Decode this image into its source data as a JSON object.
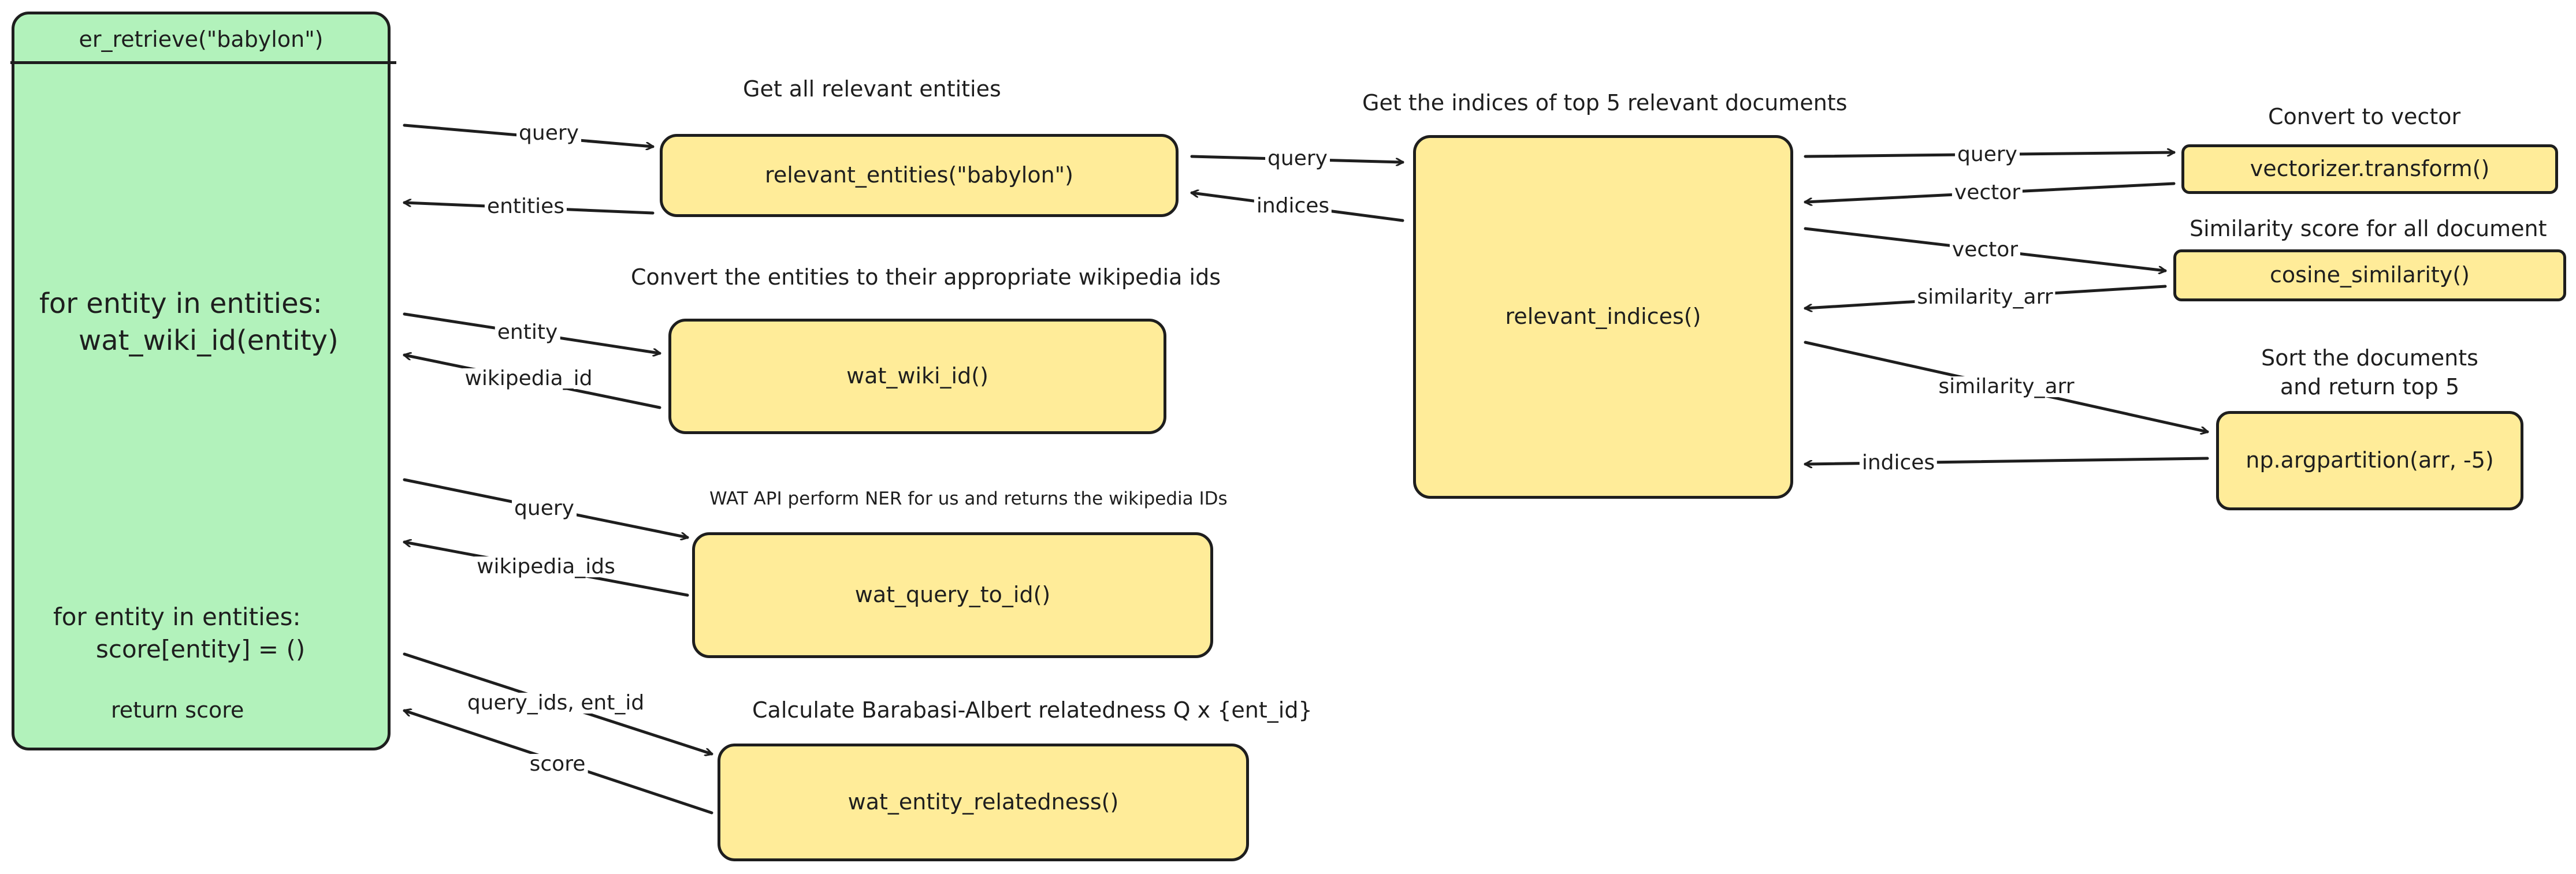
{
  "main_panel": {
    "title": "er_retrieve(\"babylon\")",
    "loop1_line1": "for entity in entities:",
    "loop1_line2": "wat_wiki_id(entity)",
    "loop2_line1": "for entity in entities:",
    "loop2_line2": "score[entity] = ()",
    "return_line": "return score"
  },
  "functions": {
    "relevant_entities": "relevant_entities(\"babylon\")",
    "wat_wiki_id": "wat_wiki_id()",
    "wat_query_to_id": "wat_query_to_id()",
    "wat_entity_relatedness": "wat_entity_relatedness()",
    "relevant_indices": "relevant_indices()",
    "vectorizer_transform": "vectorizer.transform()",
    "cosine_similarity": "cosine_similarity()",
    "argpartition": "np.argpartition(arr, -5)"
  },
  "captions": {
    "get_entities": "Get all relevant entities",
    "convert_entities": "Convert the entities to their appropriate wikipedia ids",
    "wat_api": "WAT API perform NER for us and returns the wikipedia IDs",
    "barabasi": "Calculate Barabasi-Albert relatedness Q x {ent_id}",
    "top5_indices": "Get the indices of  top 5 relevant documents",
    "convert_vector": "Convert to vector",
    "similarity_score": "Similarity score for all document",
    "sort_line1": "Sort the documents",
    "sort_line2": "and return top 5"
  },
  "edge_labels": {
    "query_1": "query",
    "entities": "entities",
    "entity": "entity",
    "wikipedia_id": "wikipedia_id",
    "query_2": "query",
    "wikipedia_ids": "wikipedia_ids",
    "query_ids_ent_id": "query_ids, ent_id",
    "score": "score",
    "query_3": "query",
    "indices_1": "indices",
    "query_4": "query",
    "vector_1": "vector",
    "vector_2": "vector",
    "similarity_arr_1": "similarity_arr",
    "similarity_arr_2": "similarity_arr",
    "indices_2": "indices"
  },
  "colors": {
    "function_fill": "#ffec99",
    "main_fill": "#b2f2bb",
    "stroke": "#1e1e1e"
  }
}
